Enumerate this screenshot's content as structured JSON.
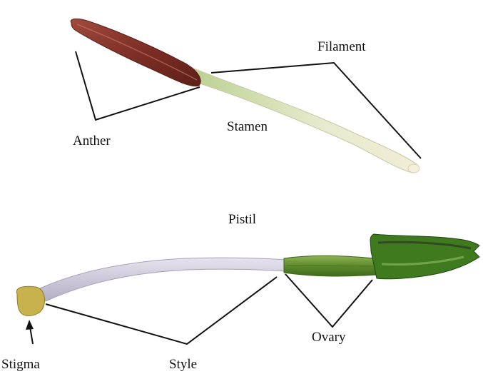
{
  "labels": {
    "filament": "Filament",
    "anther": "Anther",
    "stamen": "Stamen",
    "pistil": "Pistil",
    "stigma": "Stigma",
    "style": "Style",
    "ovary": "Ovary"
  },
  "colors": {
    "anther": "#8b3a2e",
    "filament": "#dfe6c4",
    "style": "#c9c4d6",
    "stigma": "#c9b450",
    "ovary": "#5e8a2c",
    "leader_line": "#111111"
  }
}
